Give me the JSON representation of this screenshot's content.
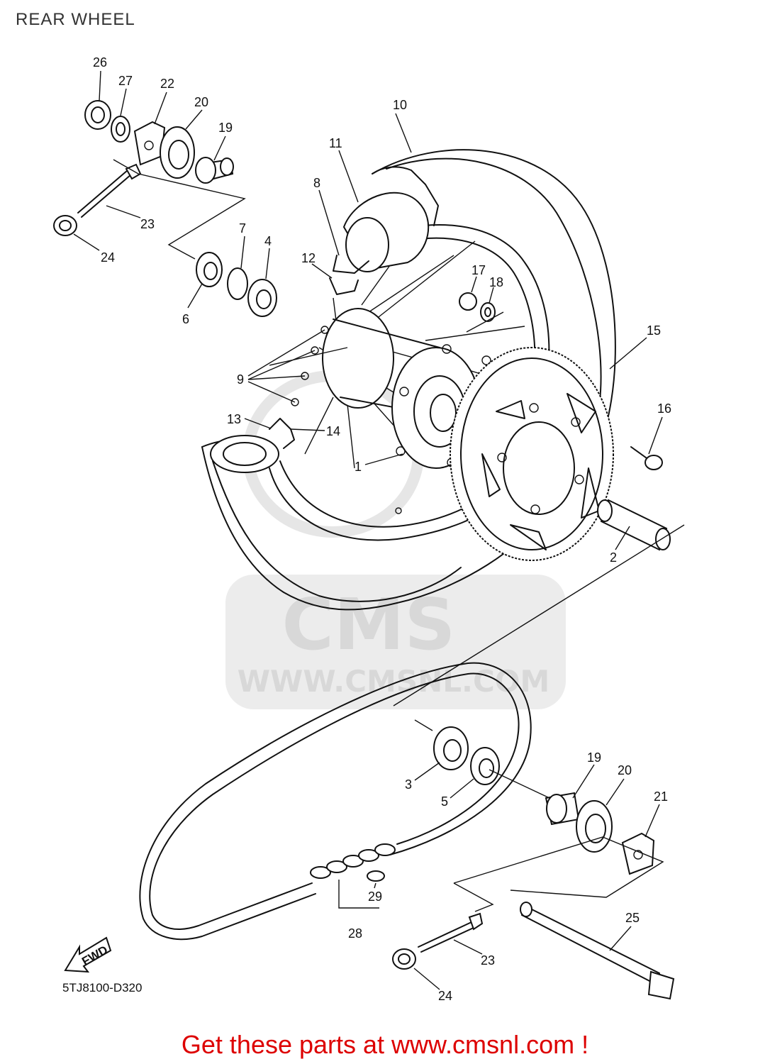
{
  "title": "REAR WHEEL",
  "diagram_code": "5TJ8100-D320",
  "fwd_label": "FWD",
  "watermark": {
    "brand": "CMS",
    "url": "WWW.CMSNL.COM"
  },
  "callouts": {
    "c1": "1",
    "c2": "2",
    "c3": "3",
    "c4": "4",
    "c5": "5",
    "c6": "6",
    "c7": "7",
    "c8": "8",
    "c9": "9",
    "c10": "10",
    "c11": "11",
    "c12": "12",
    "c13": "13",
    "c14": "14",
    "c15": "15",
    "c16": "16",
    "c17": "17",
    "c18": "18",
    "c19a": "19",
    "c19b": "19",
    "c20a": "20",
    "c20b": "20",
    "c21": "21",
    "c22": "22",
    "c23a": "23",
    "c23b": "23",
    "c24a": "24",
    "c24b": "24",
    "c25": "25",
    "c26": "26",
    "c27": "27",
    "c28": "28",
    "c29": "29"
  },
  "footer": "Get these parts at www.cmsnl.com !",
  "colors": {
    "footer": "#dd0000",
    "line": "#111111",
    "watermark": "#d8d8d8"
  }
}
